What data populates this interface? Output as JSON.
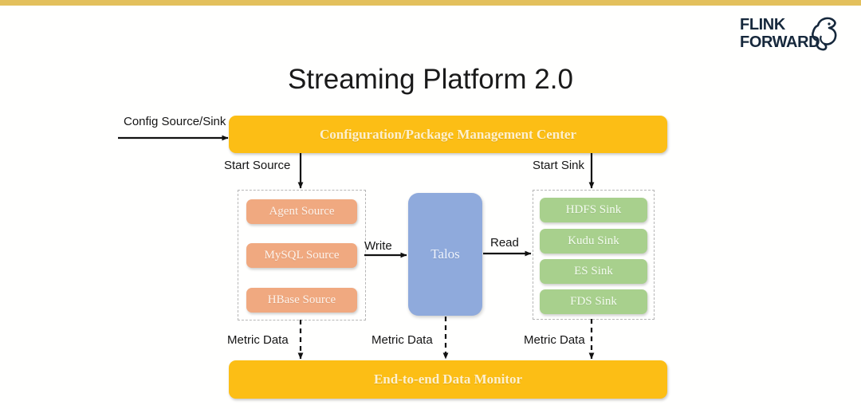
{
  "slide": {
    "title": "Streaming Platform 2.0",
    "accent_color": "#e3c05c",
    "background": "#ffffff"
  },
  "logo": {
    "line1": "FLINK",
    "line2": "FORWARD",
    "mark_icon": "squirrel-icon",
    "color": "#16283c"
  },
  "diagram": {
    "config_center": {
      "label": "Configuration/Package Management Center",
      "color": "#fcbe15"
    },
    "monitor": {
      "label": "End-to-end Data Monitor",
      "color": "#fcbe15"
    },
    "broker": {
      "label": "Talos",
      "color": "#8faadc"
    },
    "sources": {
      "color": "#f0a980",
      "items": [
        {
          "label": "Agent Source"
        },
        {
          "label": "MySQL Source"
        },
        {
          "label": "HBase Source"
        }
      ]
    },
    "sinks": {
      "color": "#a8d08d",
      "items": [
        {
          "label": "HDFS Sink"
        },
        {
          "label": "Kudu Sink"
        },
        {
          "label": "ES Sink"
        },
        {
          "label": "FDS Sink"
        }
      ]
    },
    "edges": {
      "config_source_sink": "Config  Source/Sink",
      "start_source": "Start Source",
      "start_sink": "Start Sink",
      "write": "Write",
      "read": "Read",
      "metric_data_1": "Metric Data",
      "metric_data_2": "Metric Data",
      "metric_data_3": "Metric Data"
    }
  }
}
